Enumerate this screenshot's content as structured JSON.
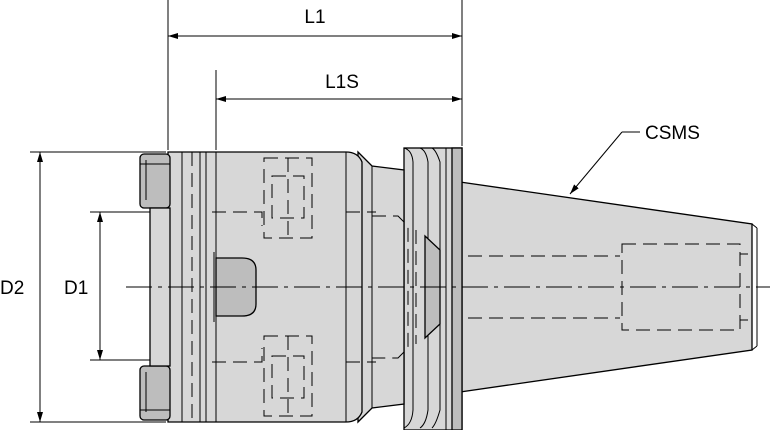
{
  "dimensions": {
    "l1": "L1",
    "l1s": "L1S",
    "d1": "D1",
    "d2": "D2"
  },
  "callout": {
    "csms": "CSMS"
  },
  "colors": {
    "body_fill": "#d7d7d7",
    "shadow_fill": "#bdbdbd",
    "line": "#000000"
  }
}
